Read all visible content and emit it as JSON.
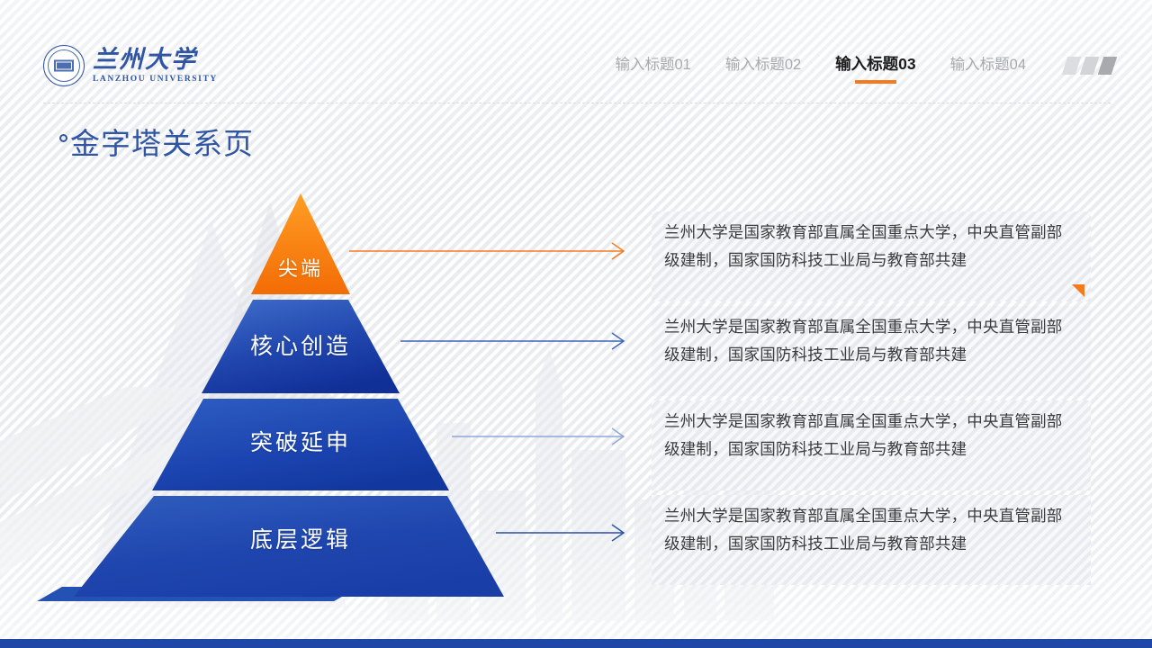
{
  "header": {
    "logo": {
      "cn": "兰州大学",
      "en": "LANZHOU UNIVERSITY",
      "seal_icon": "university-seal-icon",
      "color": "#2f55a4"
    },
    "nav": [
      {
        "label": "输入标题01",
        "active": false
      },
      {
        "label": "输入标题02",
        "active": false
      },
      {
        "label": "输入标题03",
        "active": true
      },
      {
        "label": "输入标题04",
        "active": false
      }
    ],
    "accent_color": "#f57a1e",
    "deco_bars": [
      "#dcdde0",
      "#d3d4d7",
      "#a9aaad"
    ]
  },
  "page_title": "金字塔关系页",
  "pyramid": {
    "tiers": [
      {
        "label": "尖端",
        "color_top": "#ff9a1f",
        "color_bottom": "#f4700a",
        "accent": "#f57a1e"
      },
      {
        "label": "核心创造",
        "color_top": "#3b66c4",
        "color_bottom": "#14309a",
        "accent": "#2f55a4"
      },
      {
        "label": "突破延申",
        "color_top": "#2d5ec0",
        "color_bottom": "#133ca9",
        "accent": "#7f9bd4"
      },
      {
        "label": "底层逻辑",
        "color_top": "#2f5bba",
        "color_bottom": "#1b3fa9",
        "accent": "#2b50a8"
      }
    ]
  },
  "panels": [
    {
      "text": "兰州大学是国家教育部直属全国重点大学，中央直管副部级建制，国家国防科技工业局与教育部共建",
      "marker": true
    },
    {
      "text": "兰州大学是国家教育部直属全国重点大学，中央直管副部级建制，国家国防科技工业局与教育部共建",
      "marker": false
    },
    {
      "text": "兰州大学是国家教育部直属全国重点大学，中央直管副部级建制，国家国防科技工业局与教育部共建",
      "marker": false
    },
    {
      "text": "兰州大学是国家教育部直属全国重点大学，中央直管副部级建制，国家国防科技工业局与教育部共建",
      "marker": false
    }
  ],
  "footer": {
    "bar_color": "#1f47a8"
  }
}
